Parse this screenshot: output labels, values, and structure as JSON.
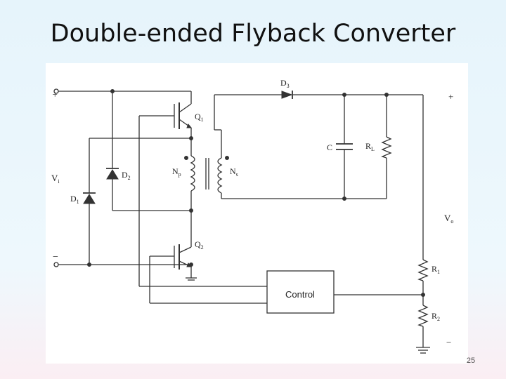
{
  "slide": {
    "title": "Double-ended Flyback Converter",
    "page_number": "25"
  },
  "labels": {
    "d3": "D",
    "d3_sub": "3",
    "q1": "Q",
    "q1_sub": "1",
    "q2": "Q",
    "q2_sub": "2",
    "d2": "D",
    "d2_sub": "2",
    "d1": "D",
    "d1_sub": "1",
    "np": "N",
    "np_sub": "p",
    "ns": "N",
    "ns_sub": "s",
    "c": "C",
    "rl": "R",
    "rl_sub": "L",
    "vi": "V",
    "vi_sub": "i",
    "vo": "V",
    "vo_sub": "o",
    "r1": "R",
    "r1_sub": "1",
    "r2": "R",
    "r2_sub": "2",
    "plus_in": "+",
    "minus_in": "−",
    "plus_out": "+",
    "minus_out": "−",
    "control": "Control"
  }
}
